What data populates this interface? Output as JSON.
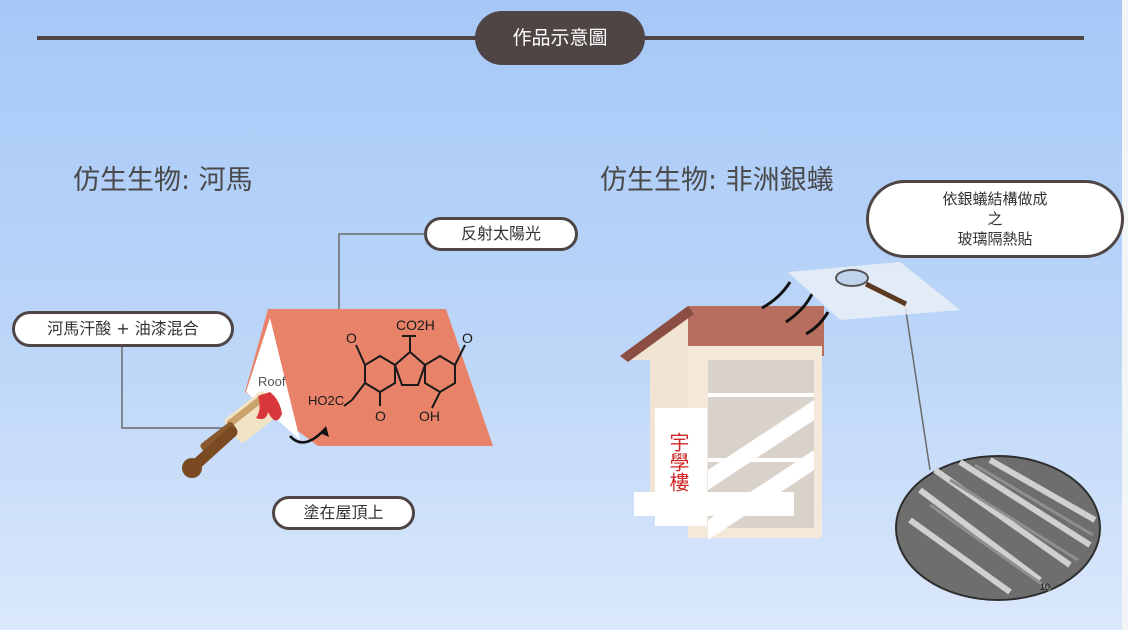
{
  "header": {
    "title": "作品示意圖"
  },
  "left": {
    "heading": "仿生生物: 河馬",
    "label_reflect": "反射太陽光",
    "label_mix": "河馬汗酸 + 油漆混合",
    "label_paint": "塗在屋頂上",
    "roof_text": "Roof",
    "chem": {
      "co2h": "CO2H",
      "ho2c": "HO2C",
      "oh": "OH",
      "o1": "O",
      "o2": "O",
      "o3": "O"
    }
  },
  "right": {
    "heading": "仿生生物: 非洲銀蟻",
    "label_film": [
      "依銀蟻結構做成",
      "之",
      "玻璃隔熱貼"
    ],
    "building_sign": "宇學樓",
    "micrograph_scale": "10"
  },
  "colors": {
    "dark": "#4f4545",
    "roof": "#e8836a"
  }
}
